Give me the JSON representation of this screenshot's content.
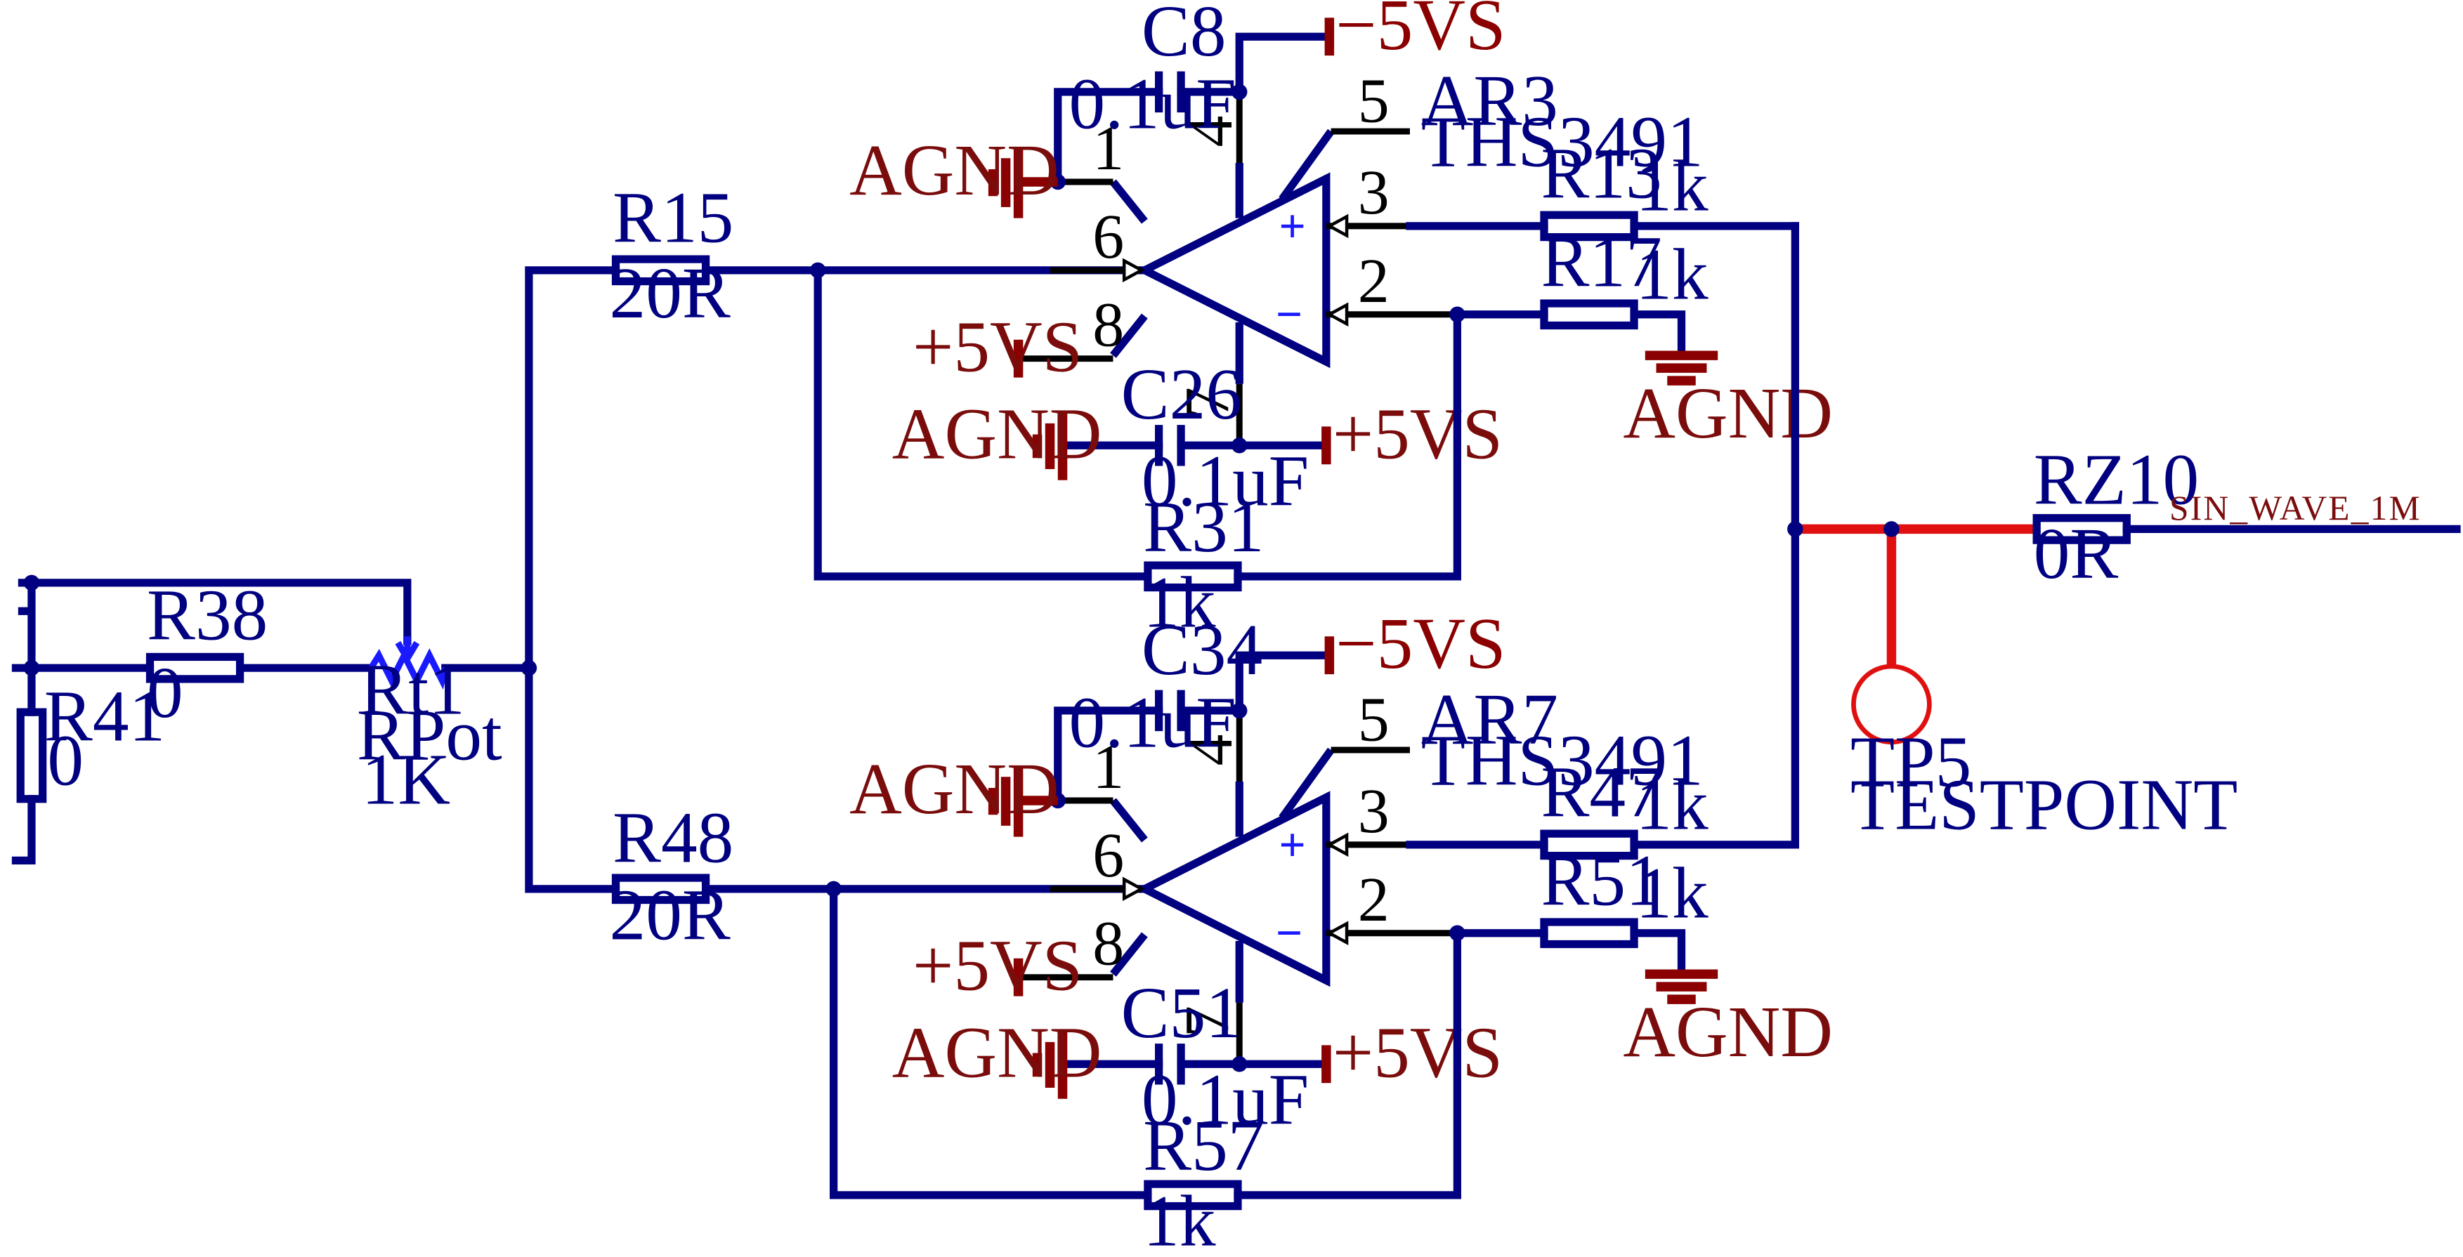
{
  "colors": {
    "wire": "#000080",
    "pin": "#000000",
    "power": "#8b0000",
    "testpoint": "#e01010",
    "background": "#ffffff"
  },
  "components": {
    "r38": {
      "ref": "R38",
      "value": "0"
    },
    "r41": {
      "ref": "R41",
      "value": "0"
    },
    "rt1": {
      "ref": "Rt1",
      "type": "RPot",
      "value": "1K"
    },
    "r15": {
      "ref": "R15",
      "value": "20R"
    },
    "r48": {
      "ref": "R48",
      "value": "20R"
    },
    "c8": {
      "ref": "C8",
      "value": "0.1uF"
    },
    "c26": {
      "ref": "C26",
      "value": "0.1uF"
    },
    "c34": {
      "ref": "C34",
      "value": "0.1uF"
    },
    "c51": {
      "ref": "C51",
      "value": "0.1uF"
    },
    "r13": {
      "ref": "R13",
      "value": "1k"
    },
    "r17": {
      "ref": "R17",
      "value": "1k"
    },
    "r31": {
      "ref": "R31",
      "value": "1k"
    },
    "r47": {
      "ref": "R47",
      "value": "1k"
    },
    "r51": {
      "ref": "R51",
      "value": "1k"
    },
    "r57": {
      "ref": "R57",
      "value": "1k"
    },
    "rz10": {
      "ref": "RZ10",
      "value": "0R"
    },
    "ar3": {
      "ref": "AR3",
      "part": "THS3491"
    },
    "ar7": {
      "ref": "AR7",
      "part": "THS3491"
    },
    "tp5": {
      "ref": "TP5",
      "type": "TESTPOINT"
    }
  },
  "pins": {
    "p1": "1",
    "p2": "2",
    "p3": "3",
    "p4": "4",
    "p5": "5",
    "p6": "6",
    "p7": "7",
    "p8": "8"
  },
  "opamp_symbols": {
    "plus": "+",
    "minus": "−"
  },
  "power": {
    "agnd": "AGND",
    "neg5vs": "−5VS",
    "pos5vs": "+5VS"
  },
  "net_labels": {
    "output": "SIN_WAVE_1M"
  }
}
